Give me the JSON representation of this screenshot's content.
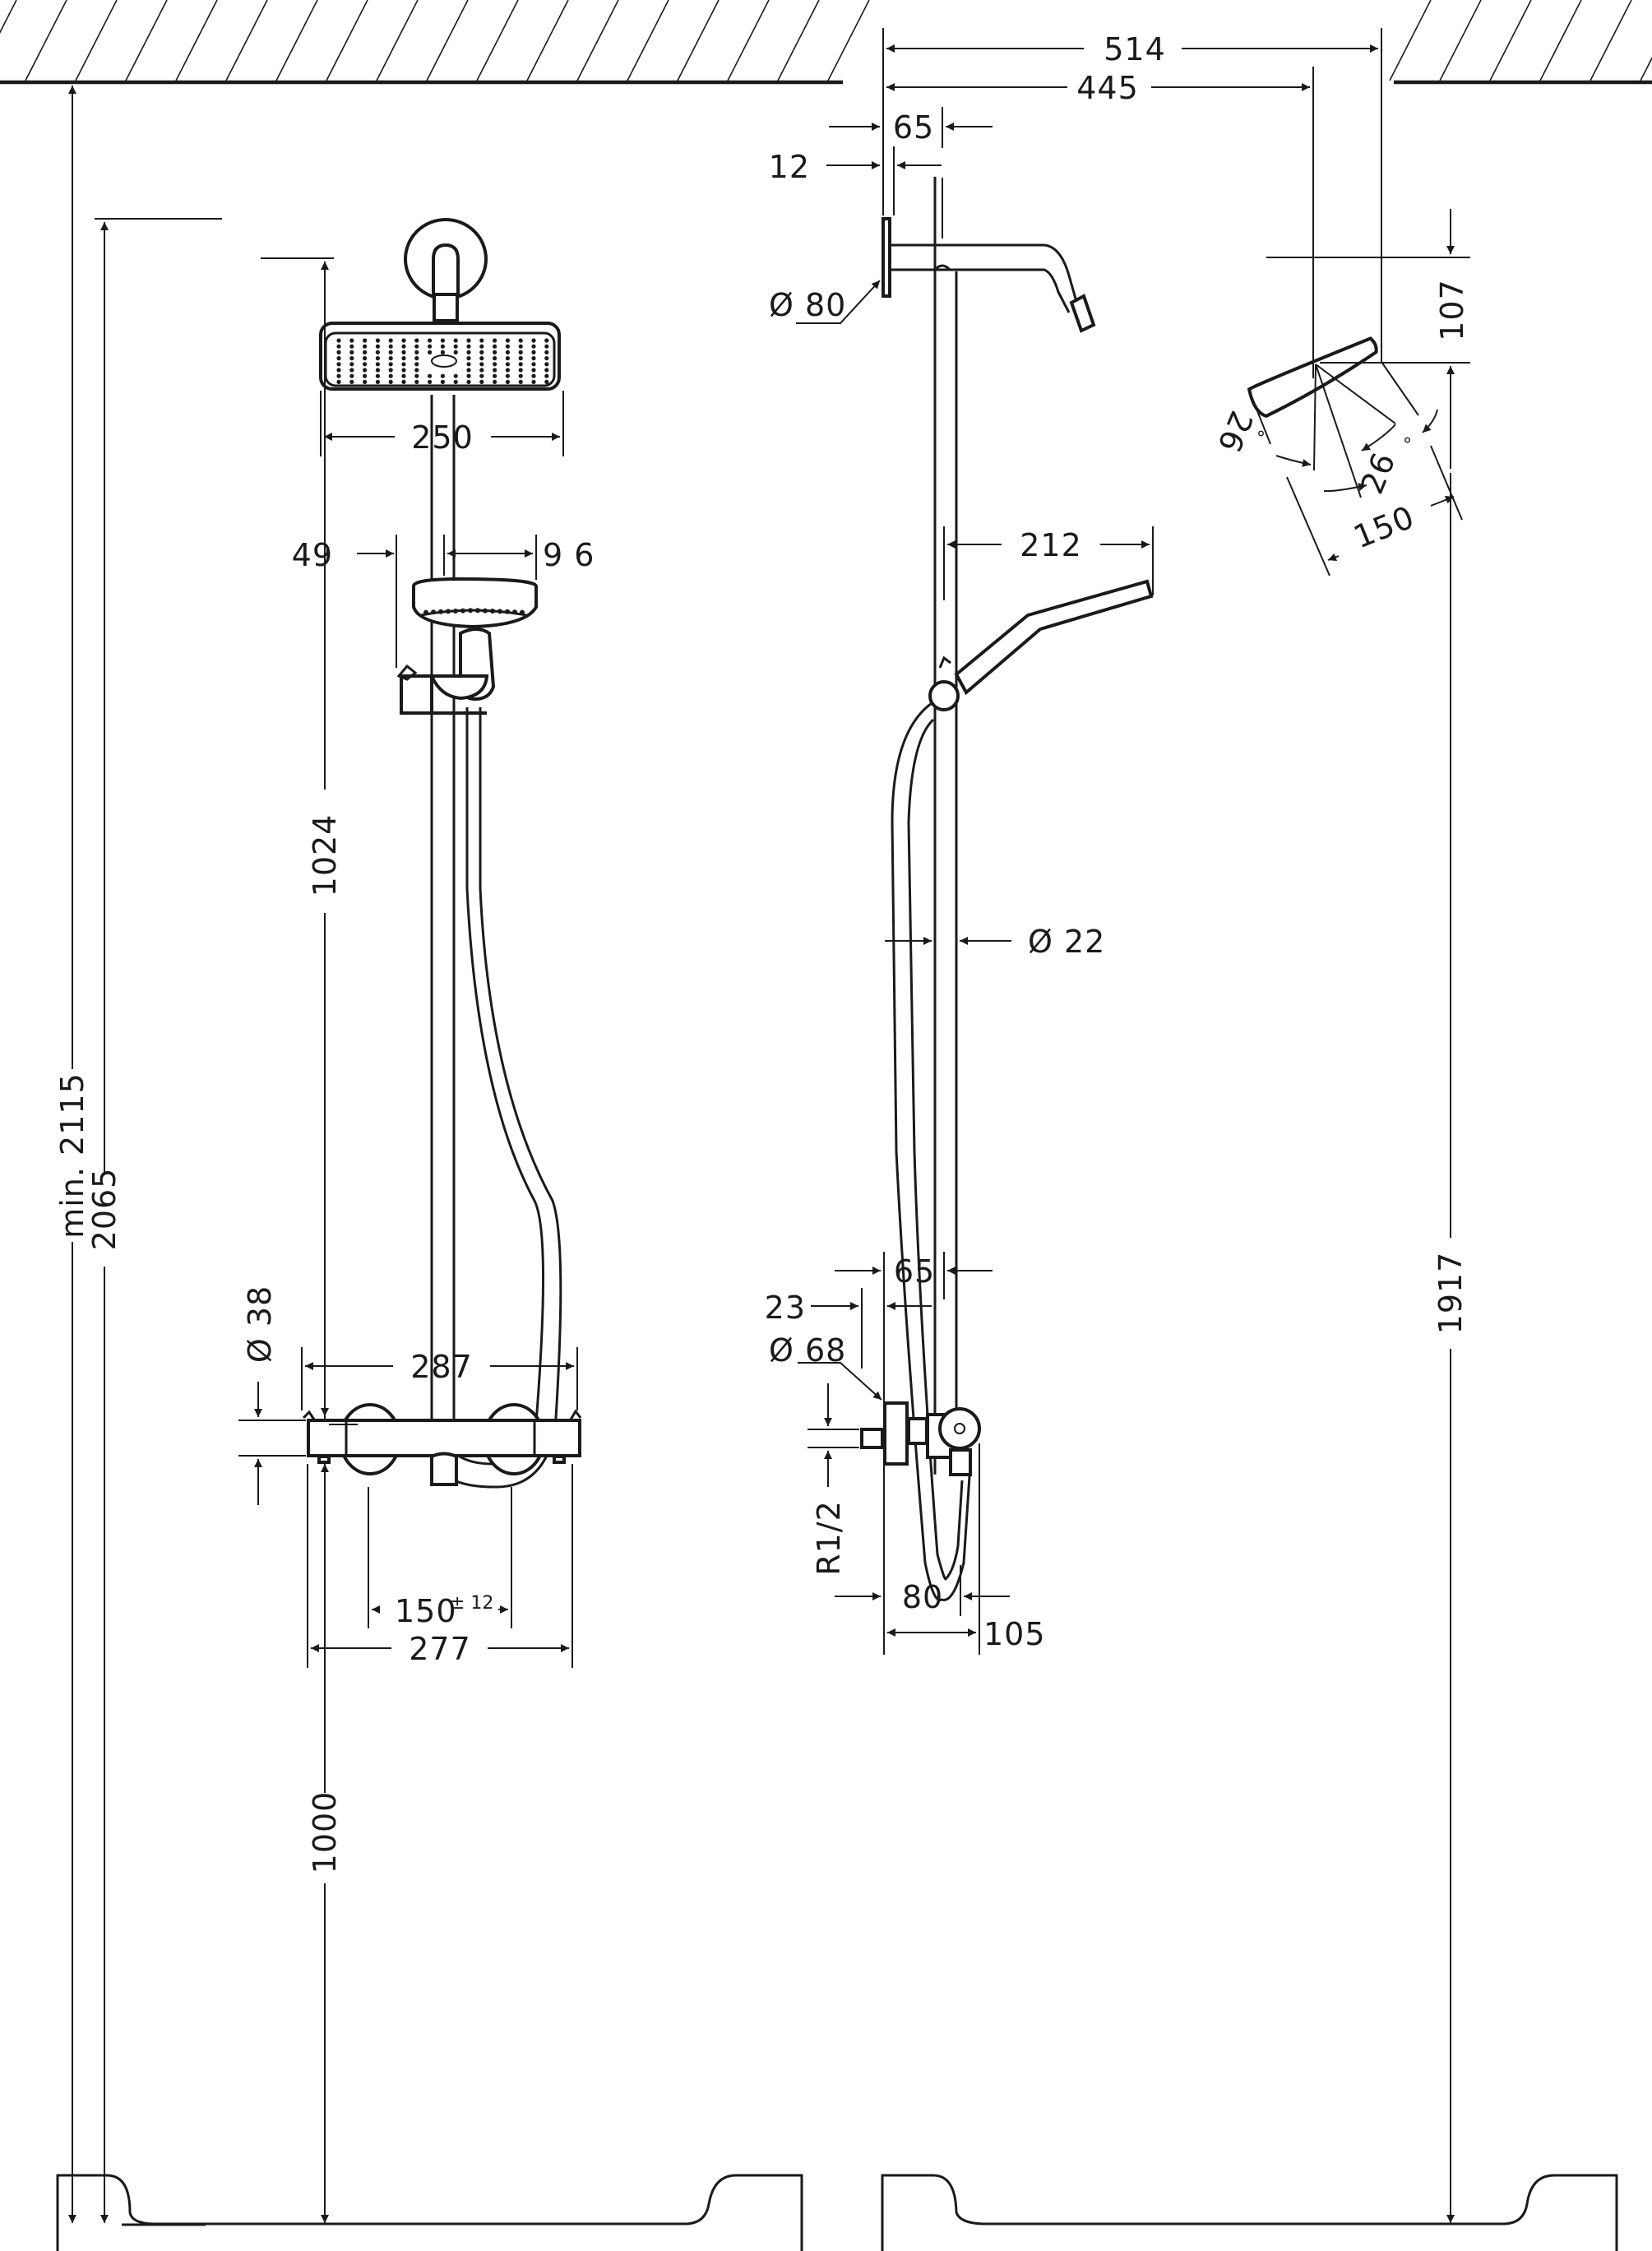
{
  "drawing": {
    "title": "Shower system dimensional drawing",
    "units": "mm",
    "colors": {
      "line": "#1a1a1a",
      "background": "#ffffff"
    }
  },
  "front_view": {
    "total_height_min": "min. 2115",
    "rail_height": "2065",
    "upper_height": "1024",
    "lower_height": "1000",
    "overhead_width": "250",
    "handshower_offset": "49",
    "handshower_diameter": "9 6",
    "thermostat_diameter": "Ø  38",
    "thermostat_width_with_handles": "287",
    "thermostat_connections": "150",
    "thermostat_connections_tolerance": "± 12",
    "thermostat_width": "277"
  },
  "side_view": {
    "arm_to_head_outer": "514",
    "arm_to_head_center": "445",
    "wall_to_rail": "65",
    "rose_thickness": "12",
    "rose_diameter": "Ø 80",
    "head_drop": "107",
    "head_tilt_left": "26",
    "head_tilt_right": "26",
    "degree_symbol": "°",
    "head_diameter": "150",
    "handshower_reach": "212",
    "rail_diameter": "Ø  22",
    "rail_offset_bottom": "65",
    "eccentric_offset": "23",
    "eccentric_rose": "Ø 68",
    "thread_size": "R1/2",
    "thermostat_depth": "80",
    "thermostat_depth_total": "105",
    "floor_to_head": "1917"
  }
}
